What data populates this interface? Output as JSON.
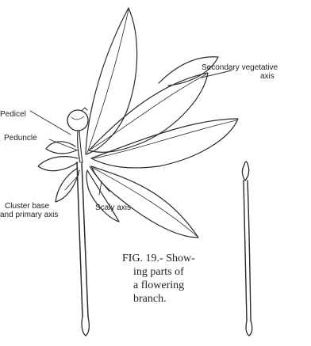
{
  "labels": {
    "secondary_axis_line1": "Secondary vegetative",
    "secondary_axis_line2": "axis",
    "pedicel": "Pedicel",
    "peduncle": "Peduncle",
    "cluster_base_line1": "Cluster base",
    "cluster_base_line2": "and primary axis",
    "scaly_axis": "Scaly axis"
  },
  "caption": {
    "line1": "FIG. 19.- Show-",
    "line2": "ing parts of",
    "line3": "a flowering",
    "line4": "branch."
  }
}
